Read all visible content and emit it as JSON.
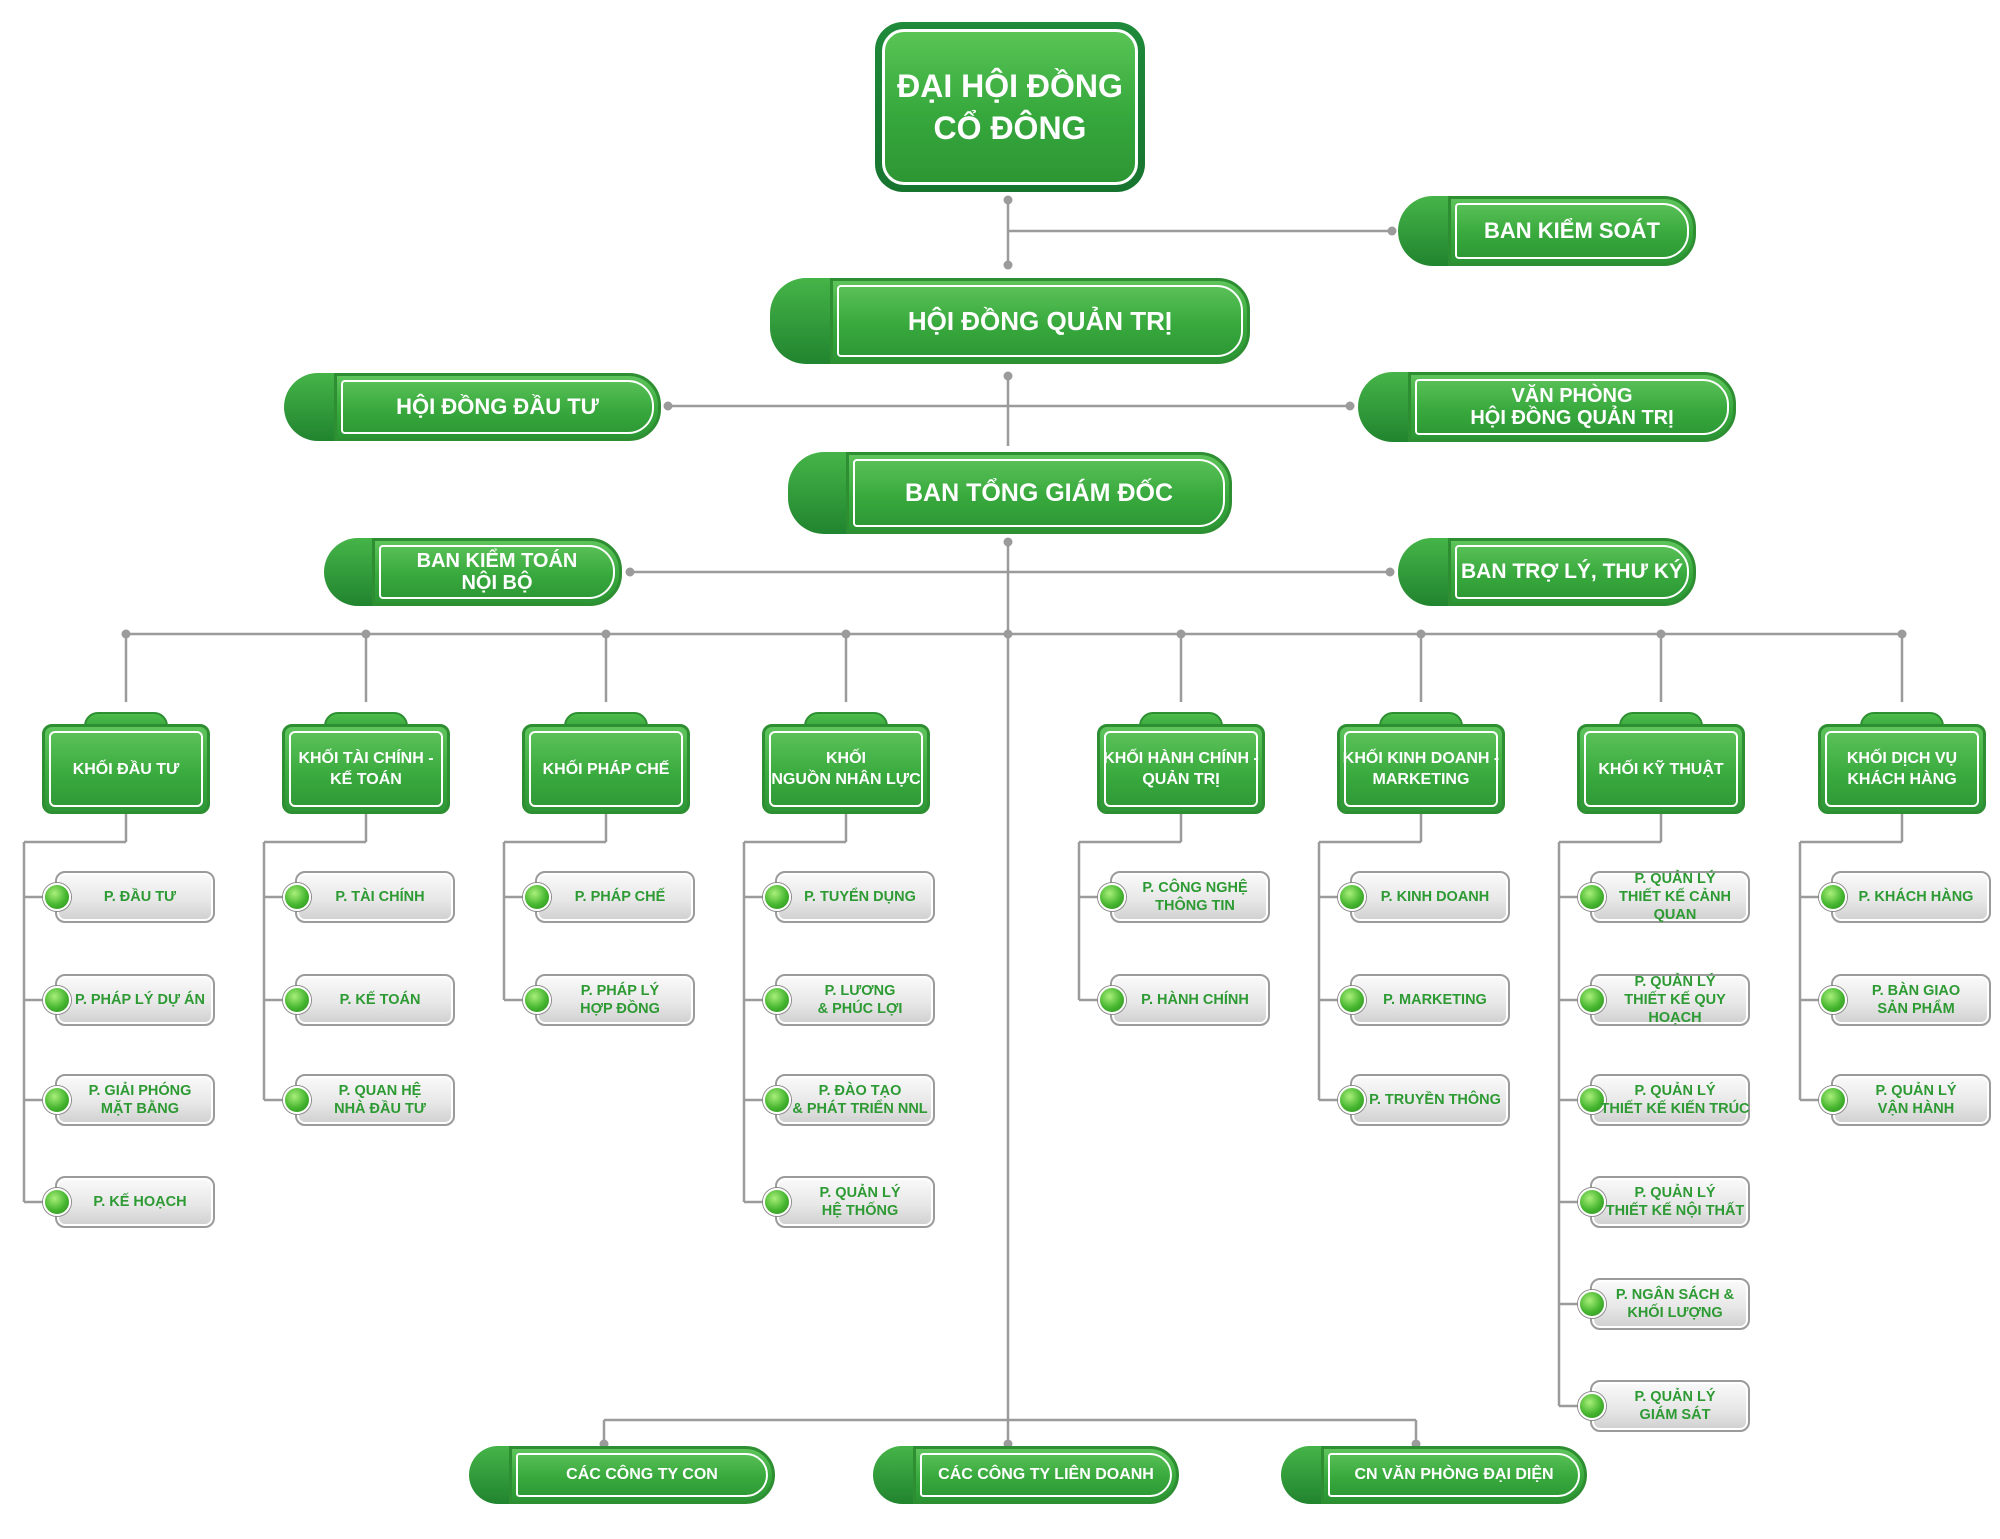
{
  "colors": {
    "line": "#9b9b9b",
    "green_dark": "#2d8f32",
    "green_light": "#5ec45b",
    "dept_text": "#2d9a33"
  },
  "top": {
    "label": "ĐẠI HỘI ĐỒNG\nCỔ ĐÔNG"
  },
  "ban_kiem_soat": {
    "label": "BAN KIỂM SOÁT"
  },
  "hoi_dong_quan_tri": {
    "label": "HỘI ĐỒNG QUẢN TRỊ"
  },
  "hoi_dong_dau_tu": {
    "label": "HỘI ĐỒNG ĐẦU TƯ"
  },
  "van_phong_hdqt": {
    "label": "VĂN PHÒNG\nHỘI ĐỒNG QUẢN TRỊ"
  },
  "ban_tong_giam_doc": {
    "label": "BAN TỔNG GIÁM ĐỐC"
  },
  "ban_kiem_toan": {
    "label": "BAN KIỂM TOÁN\nNỘI BỘ"
  },
  "ban_tro_ly": {
    "label": "BAN TRỢ LÝ, THƯ KÝ"
  },
  "divisions": [
    {
      "label": "KHỐI ĐẦU TƯ",
      "departments": [
        "P. ĐẦU TƯ",
        "P. PHÁP LÝ DỰ ÁN",
        "P. GIẢI PHÓNG\nMẶT BẰNG",
        "P. KẾ HOẠCH"
      ]
    },
    {
      "label": "KHỐI TÀI CHÍNH -\nKẾ TOÁN",
      "departments": [
        "P. TÀI CHÍNH",
        "P. KẾ TOÁN",
        "P. QUAN HỆ\nNHÀ ĐẦU TƯ"
      ]
    },
    {
      "label": "KHỐI PHÁP CHẾ",
      "departments": [
        "P. PHÁP CHẾ",
        "P. PHÁP LÝ\nHỢP ĐỒNG"
      ]
    },
    {
      "label": "KHỐI\nNGUỒN NHÂN LỰC",
      "departments": [
        "P. TUYỂN DỤNG",
        "P. LƯƠNG\n& PHÚC LỢI",
        "P. ĐÀO TẠO\n& PHÁT TRIỂN NNL",
        "P. QUẢN LÝ\nHỆ THỐNG"
      ]
    },
    {
      "label": "KHỐI HÀNH CHÍNH -\nQUẢN TRỊ",
      "departments": [
        "P. CÔNG NGHỆ\nTHÔNG TIN",
        "P. HÀNH CHÍNH"
      ]
    },
    {
      "label": "KHỐI KINH DOANH -\nMARKETING",
      "departments": [
        "P. KINH DOANH",
        "P. MARKETING",
        "P. TRUYỀN THÔNG"
      ]
    },
    {
      "label": "KHỐI KỸ THUẬT",
      "departments": [
        "P. QUẢN LÝ\nTHIẾT KẾ CẢNH QUAN",
        "P. QUẢN LÝ\nTHIẾT KẾ QUY HOẠCH",
        "P. QUẢN LÝ\nTHIẾT KẾ KIẾN TRÚC",
        "P. QUẢN LÝ\nTHIẾT KẾ NỘI THẤT",
        "P. NGÂN SÁCH &\nKHỐI LƯỢNG",
        "P. QUẢN LÝ\nGIÁM SÁT"
      ]
    },
    {
      "label": "KHỐI DỊCH VỤ\nKHÁCH HÀNG",
      "departments": [
        "P. KHÁCH HÀNG",
        "P. BÀN GIAO\nSẢN PHẨM",
        "P. QUẢN LÝ\nVẬN HÀNH"
      ]
    }
  ],
  "bottom": [
    {
      "label": "CÁC CÔNG TY CON"
    },
    {
      "label": "CÁC CÔNG TY LIÊN DOANH"
    },
    {
      "label": "CN VĂN PHÒNG ĐẠI DIỆN"
    }
  ]
}
